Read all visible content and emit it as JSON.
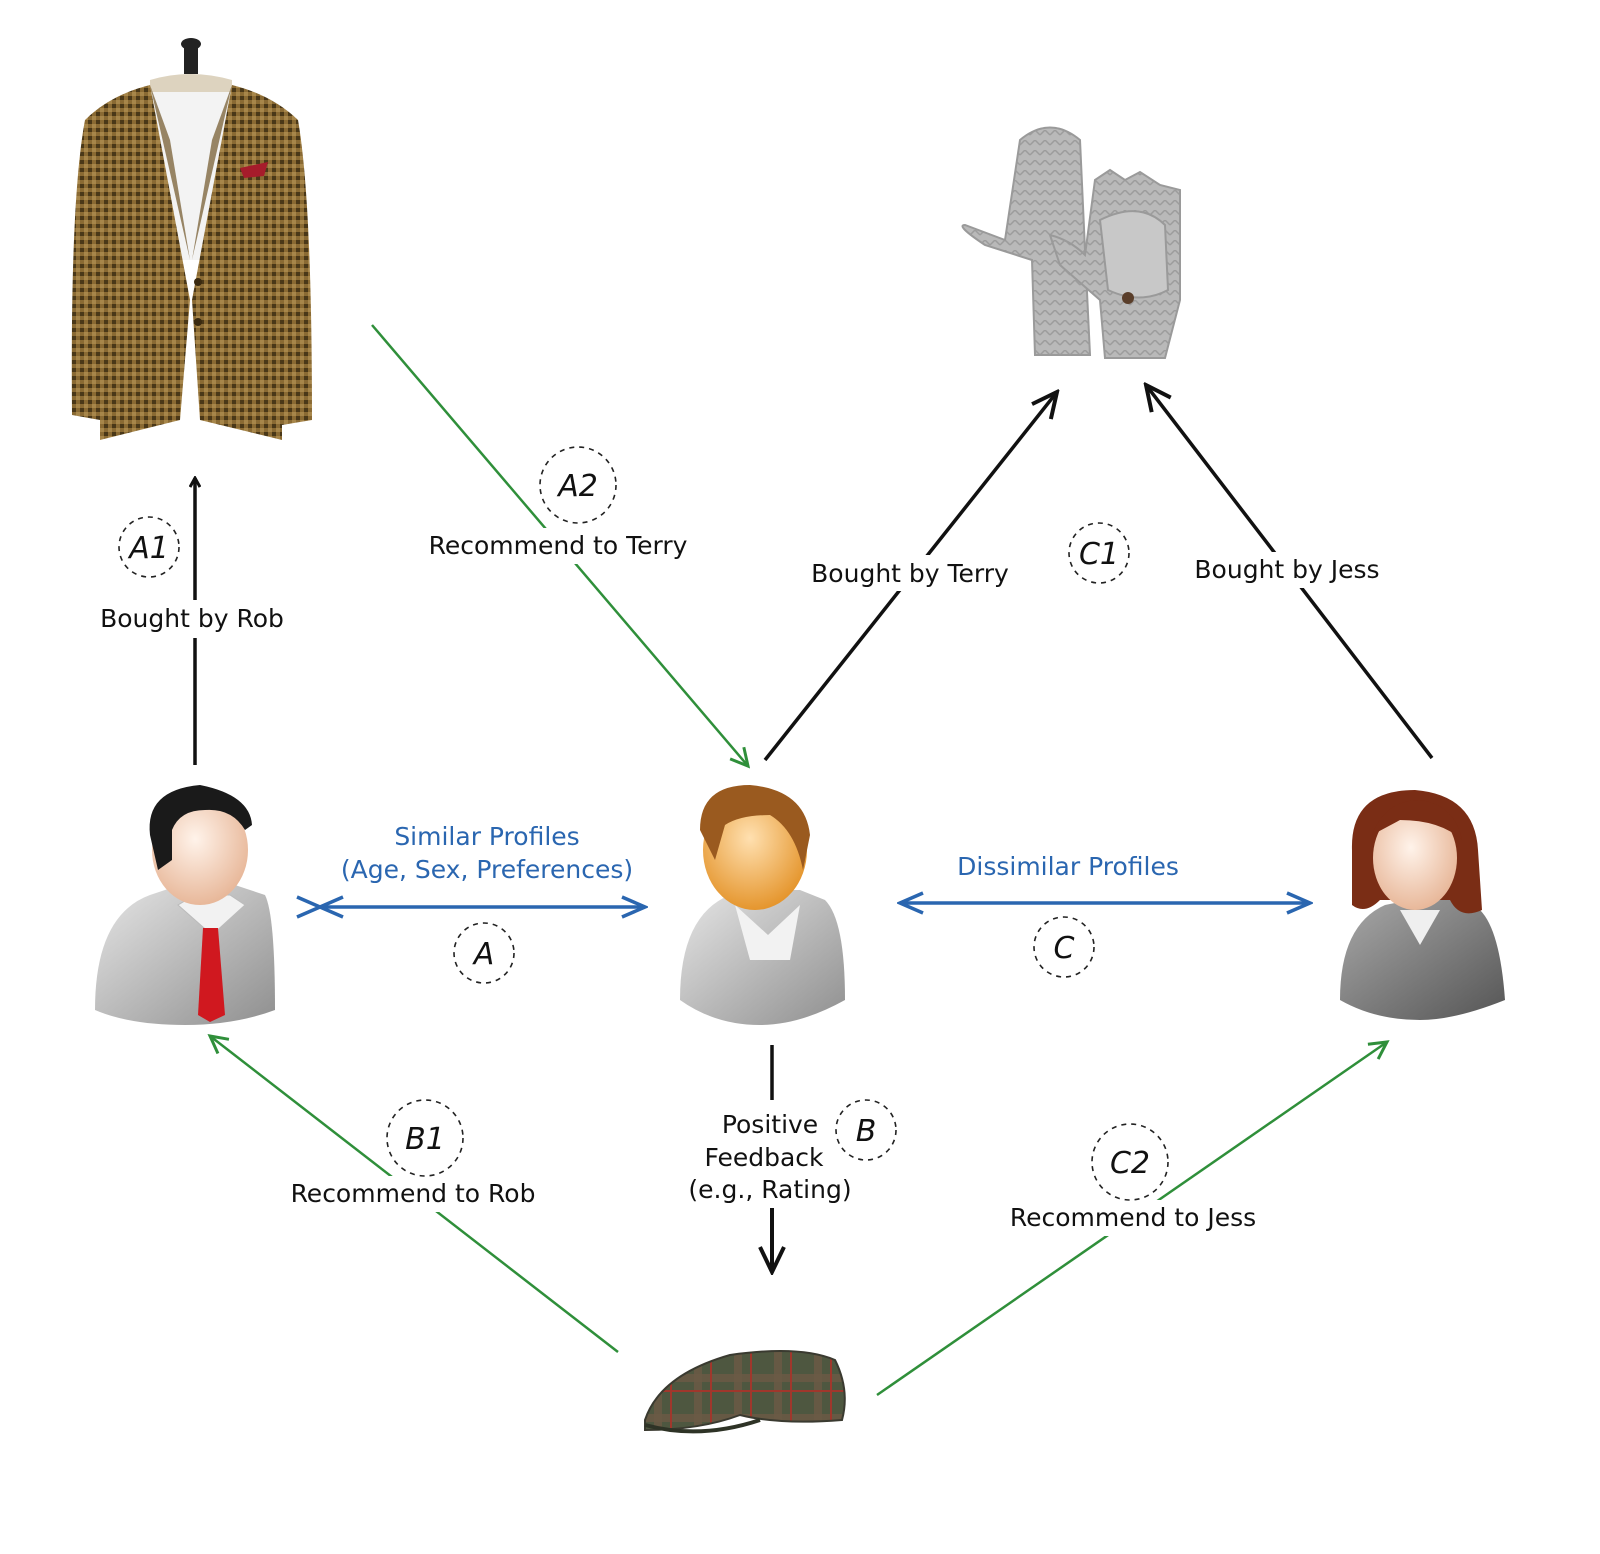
{
  "items": {
    "jacket": "tweed-jacket",
    "gloves": "knit-convertible-mittens",
    "cap": "plaid-flat-cap"
  },
  "users": {
    "rob": "man-with-red-tie",
    "terry": "man",
    "jess": "woman"
  },
  "labels": {
    "bought_by_rob": "Bought by Rob",
    "recommend_to_terry": "Recommend to Terry",
    "bought_by_terry": "Bought by Terry",
    "bought_by_jess": "Bought by Jess",
    "similar_profiles": "Similar Profiles",
    "similar_profiles_detail": "(Age, Sex, Preferences)",
    "dissimilar_profiles": "Dissimilar Profiles",
    "positive": "Positive",
    "feedback": "Feedback",
    "rating": "(e.g., Rating)",
    "recommend_to_rob": "Recommend to Rob",
    "recommend_to_jess": "Recommend to Jess"
  },
  "badges": {
    "a1": "A1",
    "a2": "A2",
    "a": "A",
    "b": "B",
    "b1": "B1",
    "c": "C",
    "c1": "C1",
    "c2": "C2"
  },
  "colors": {
    "black_arrow": "#111111",
    "green_arrow": "#2f8f3a",
    "blue_arrow": "#2a66b0",
    "label_blue": "#2a66b0"
  }
}
